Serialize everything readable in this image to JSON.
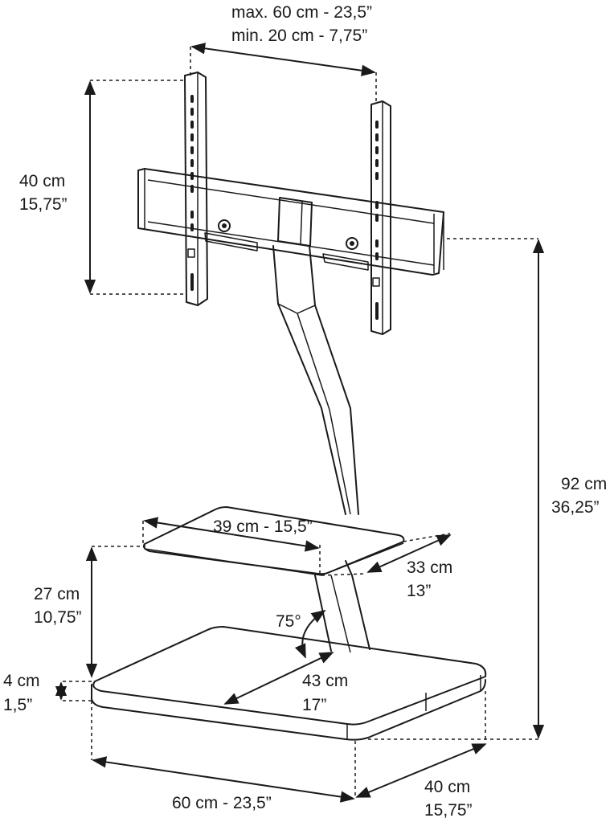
{
  "dimensions": {
    "vesa_horizontal": {
      "line1": "max. 60 cm - 23,5”",
      "line2": "min. 20 cm - 7,75”"
    },
    "vesa_vertical": {
      "line1": "40 cm",
      "line2": "15,75”"
    },
    "total_height": {
      "line1": "92 cm",
      "line2": "36,25”"
    },
    "shelf_width": {
      "line1": "39 cm - 15,5”"
    },
    "shelf_depth": {
      "line1": "33 cm",
      "line2": "13”"
    },
    "shelf_height": {
      "line1": "27 cm",
      "line2": "10,75”"
    },
    "column_angle": {
      "line1": "75°"
    },
    "base_column_depth": {
      "line1": "43 cm",
      "line2": "17”"
    },
    "base_thickness": {
      "line1": "4 cm",
      "line2": "1,5”"
    },
    "base_width": {
      "line1": "60 cm - 23,5”"
    },
    "base_depth": {
      "line1": "40 cm",
      "line2": "15,75”"
    }
  }
}
